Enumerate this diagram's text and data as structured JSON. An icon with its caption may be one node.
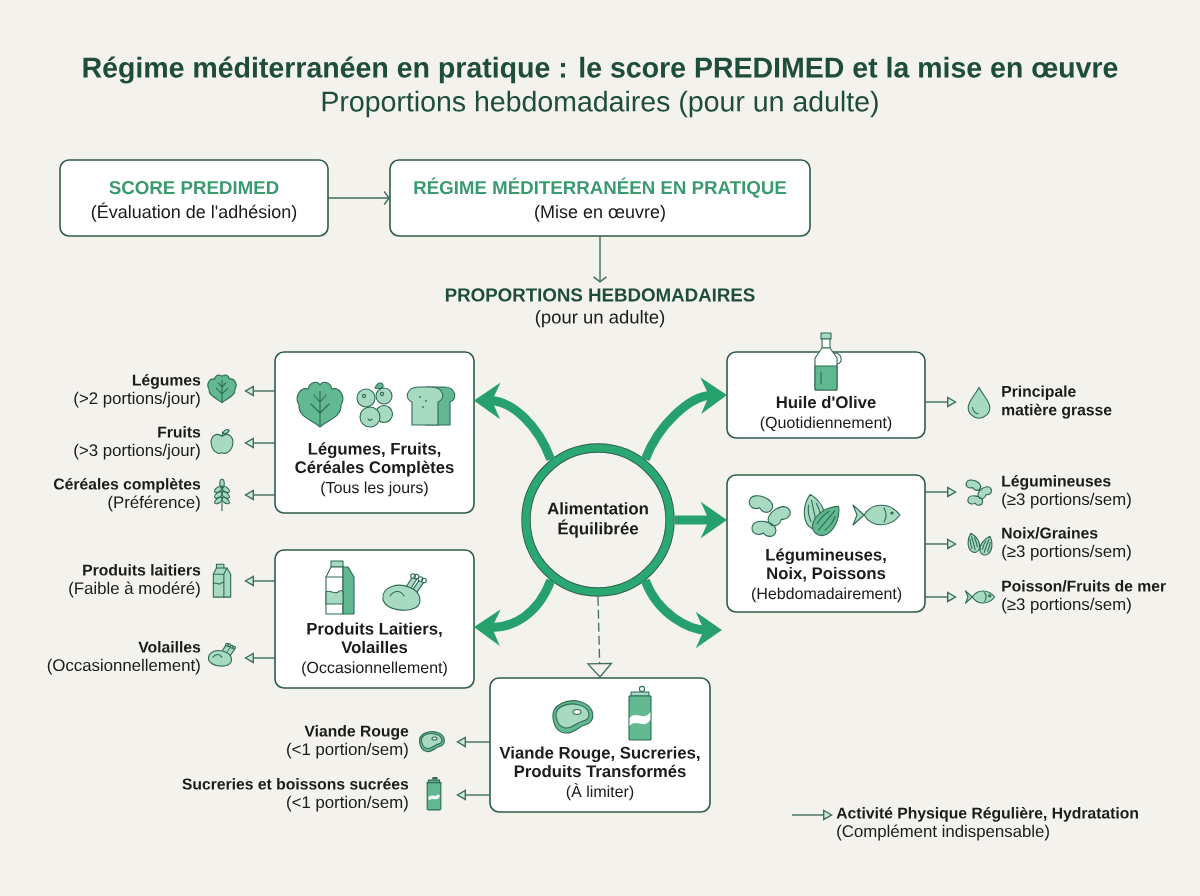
{
  "diagram": {
    "title": "Régime méditerranéen en pratique : le score PREDIMED et la mise en œuvre",
    "nodes": [
      {
        "text": [
          "SCORE PREDIMED",
          "(Évaluation de l'adhésion)"
        ]
      },
      {
        "text": [
          "RÉGIME MÉDITERRANÉEN EN PRATIQUE",
          "(Mise en œuvre)"
        ]
      },
      {
        "text": [
          "PROPORTIONS HEBDOMADAIRES",
          "(pour un adulte)"
        ]
      },
      {
        "text": [
          "Alimentation Équilibrée"
        ]
      },
      {
        "text": [
          "Légumes, Fruits, Céréales Complètes",
          "(Tous les jours)"
        ]
      },
      {
        "text": [
          "Huile d'Olive",
          "(Quotidiennement)"
        ]
      },
      {
        "text": [
          "Légumineuses, Noix, Poissons",
          "(Hebdomadairement)"
        ]
      },
      {
        "text": [
          "Produits Laitiers, Volailles",
          "(Occasionnellement)"
        ]
      },
      {
        "text": [
          "Viande Rouge, Sucreries, Produits Transformés",
          "(À limiter)"
        ]
      },
      {
        "text": [
          "Légumes",
          "(>2 portions/jour)"
        ]
      },
      {
        "text": [
          "Fruits",
          "(>3 portions/jour)"
        ]
      },
      {
        "text": [
          "Céréales complètes",
          "(Préférence)"
        ]
      },
      {
        "text": [
          "Principale matière grasse"
        ]
      },
      {
        "text": [
          "Légumineuses",
          "(≥3 portions/sem)"
        ]
      },
      {
        "text": [
          "Noix/Graines",
          "(≥3 portions/sem)"
        ]
      },
      {
        "text": [
          "Poisson/Fruits de mer",
          "(≥3 portions/sem)"
        ]
      },
      {
        "text": [
          "Produits laitiers",
          "(Faible à modéré)"
        ]
      },
      {
        "text": [
          "Volailles",
          "(Occasionnellement)"
        ]
      },
      {
        "text": [
          "Viande Rouge",
          "(<1 portion/sem)"
        ]
      },
      {
        "text": [
          "Sucreries et boissons sucrées",
          "(<1 portion/sem)"
        ]
      },
      {
        "text": [
          "Activité Physique Régulière, Hydratation",
          "(Complément indispensable)"
        ]
      }
    ],
    "edges": [
      {
        "from": 0,
        "to": 1,
        "arrow": "to"
      },
      {
        "from": 1,
        "to": 2,
        "arrow": "to"
      },
      {
        "from": 3,
        "to": 4,
        "arrow": "to",
        "style": "thick",
        "color": "#26a06c"
      },
      {
        "from": 3,
        "to": 5,
        "arrow": "to",
        "style": "thick",
        "color": "#26a06c"
      },
      {
        "from": 3,
        "to": 6,
        "arrow": "to",
        "style": "thick",
        "color": "#26a06c"
      },
      {
        "from": 3,
        "to": 7,
        "arrow": "to",
        "style": "thick",
        "color": "#26a06c"
      },
      {
        "from": 3,
        "to": 8,
        "arrow": "to",
        "style": "dashed"
      },
      {
        "from": 3,
        "to": null,
        "arrow": "to",
        "style": "thick",
        "color": "#26a06c"
      },
      {
        "from": 4,
        "to": 9,
        "arrow": "to"
      },
      {
        "from": 4,
        "to": 10,
        "arrow": "to"
      },
      {
        "from": 4,
        "to": 11,
        "arrow": "to"
      },
      {
        "from": 5,
        "to": 12,
        "arrow": "to"
      },
      {
        "from": 6,
        "to": 13,
        "arrow": "to"
      },
      {
        "from": 6,
        "to": 14,
        "arrow": "to"
      },
      {
        "from": 6,
        "to": 15,
        "arrow": "to"
      },
      {
        "from": 7,
        "to": 16,
        "arrow": "to"
      },
      {
        "from": 7,
        "to": 17,
        "arrow": "to"
      },
      {
        "from": 8,
        "to": 18,
        "arrow": "to"
      },
      {
        "from": 8,
        "to": 19,
        "arrow": "to"
      },
      {
        "from": null,
        "to": 20,
        "arrow": "to"
      }
    ],
    "labels": [
      "Proportions hebdomadaires (pour un adulte)"
    ]
  }
}
